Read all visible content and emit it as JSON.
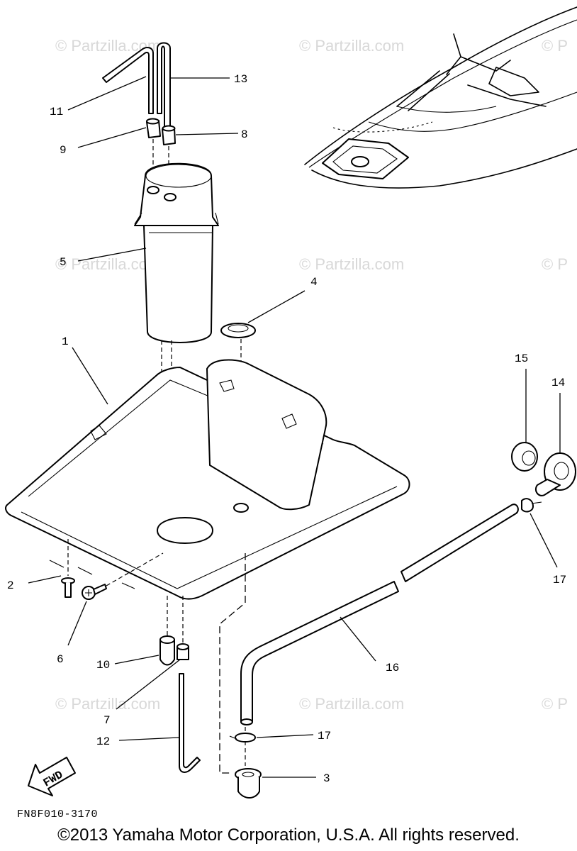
{
  "watermark": {
    "text": "© Partzilla.com",
    "text_truncated": "© P"
  },
  "callouts": {
    "c1": "1",
    "c2": "2",
    "c3": "3",
    "c4": "4",
    "c5": "5",
    "c6": "6",
    "c7": "7",
    "c8": "8",
    "c9": "9",
    "c10": "10",
    "c11": "11",
    "c12": "12",
    "c13": "13",
    "c14": "14",
    "c15": "15",
    "c16": "16",
    "c17a": "17",
    "c17b": "17"
  },
  "fwd_label": "FWD",
  "figure_code": "FN8F010-3170",
  "copyright": "©2013 Yamaha Motor Corporation, U.S.A. All rights reserved."
}
